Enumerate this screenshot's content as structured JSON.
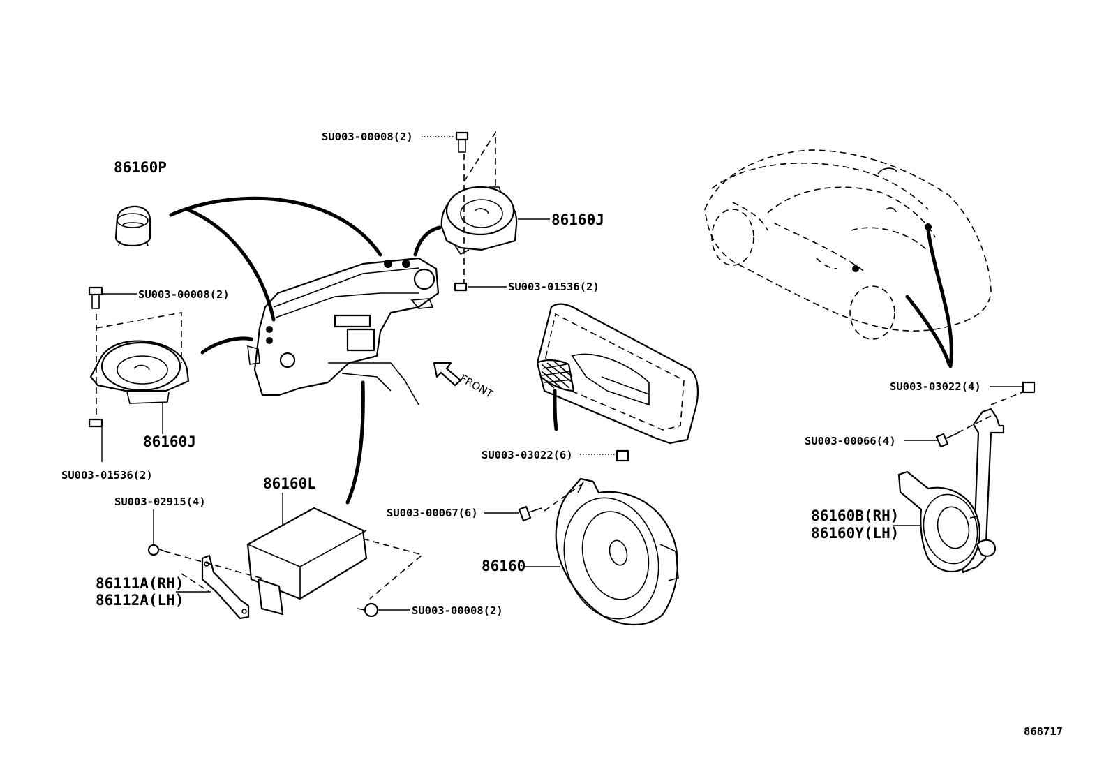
{
  "labels": {
    "p86160P": "86160P",
    "p86160J_top": "86160J",
    "p86160J_left": "86160J",
    "p86160L": "86160L",
    "p86160": "86160",
    "p86160B": "86160B(RH)",
    "p86160Y": "86160Y(LH)",
    "p86111A": "86111A(RH)",
    "p86112A": "86112A(LH)",
    "bolt_top": "SU003-00008(2)",
    "bolt_left": "SU003-00008(2)",
    "bolt_bottom": "SU003-00008(2)",
    "nut_top": "SU003-01536(2)",
    "nut_left": "SU003-01536(2)",
    "screw_amp": "SU003-02915(4)",
    "clip_door": "SU003-03022(6)",
    "screw_door": "SU003-00067(6)",
    "clip_rear": "SU003-03022(4)",
    "screw_rear": "SU003-00066(4)",
    "front": "FRONT",
    "figure_number": "868717"
  }
}
